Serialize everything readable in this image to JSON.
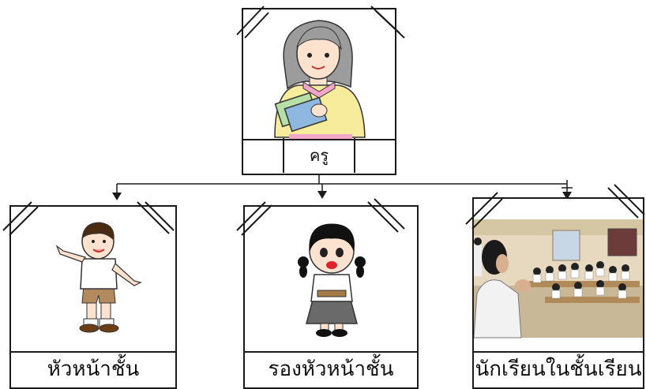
{
  "diagram": {
    "root": {
      "label": "ครู"
    },
    "children": [
      {
        "label": "หัวหน้าชั้น"
      },
      {
        "label": "รองหัวหน้าชั้น"
      },
      {
        "label": "นักเรียนในชั้นเรียน"
      }
    ]
  },
  "colors": {
    "stroke": "#1a1a1a",
    "teacher_shirt": "#f7ec9c",
    "teacher_collar": "#f4a6c8",
    "teacher_hair": "#9c9c9c",
    "book_green": "#b6e0a6",
    "book_blue": "#8fb8e0",
    "classroom_wall": "#e7d9bf"
  },
  "icons": [
    "teacher-illustration",
    "boy-pointing-illustration",
    "girl-student-illustration",
    "classroom-photo"
  ]
}
